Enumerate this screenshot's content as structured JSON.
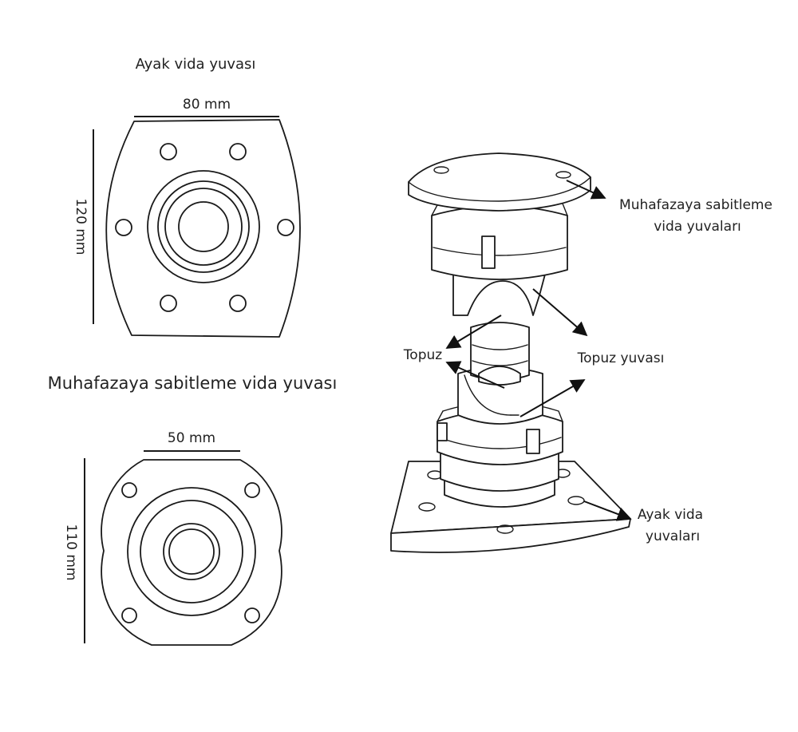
{
  "top_view": {
    "title": "Ayak vida yuvası",
    "width_label": "80 mm",
    "height_label": "120 mm"
  },
  "bottom_view": {
    "title": "Muhafazaya sabitleme vida yuvası",
    "width_label": "50 mm",
    "height_label": "110 mm"
  },
  "callouts": {
    "housing_screw_holes_line1": "Muhafazaya sabitleme",
    "housing_screw_holes_line2": "vida yuvaları",
    "ball": "Topuz",
    "ball_socket": "Topuz yuvası",
    "foot_screw_holes_line1": "Ayak vida",
    "foot_screw_holes_line2": "yuvaları"
  },
  "colors": {
    "line": "#1a1a1a",
    "text": "#222222",
    "background": "#ffffff"
  }
}
